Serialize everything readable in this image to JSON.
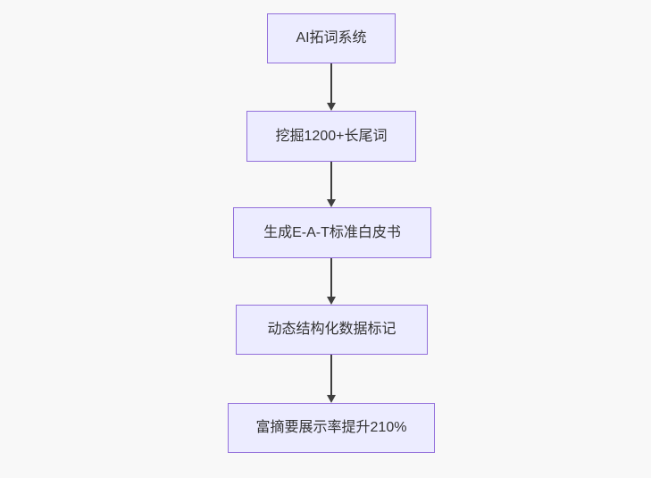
{
  "diagram": {
    "type": "flowchart-top-down",
    "nodes": [
      {
        "label": "AI拓词系统"
      },
      {
        "label": "挖掘1200+长尾词"
      },
      {
        "label": "生成E-A-T标准白皮书"
      },
      {
        "label": "动态结构化数据标记"
      },
      {
        "label": "富摘要展示率提升210%"
      }
    ],
    "edges": [
      {
        "from": 0,
        "to": 1,
        "style": "solid-arrow"
      },
      {
        "from": 1,
        "to": 2,
        "style": "solid-arrow"
      },
      {
        "from": 2,
        "to": 3,
        "style": "solid-arrow"
      },
      {
        "from": 3,
        "to": 4,
        "style": "solid-arrow"
      }
    ],
    "colors": {
      "background": "#f8f8f8",
      "node_fill": "#ECECFF",
      "node_border": "#9370DB",
      "text": "#333333",
      "arrow": "#3f3f3f"
    }
  }
}
